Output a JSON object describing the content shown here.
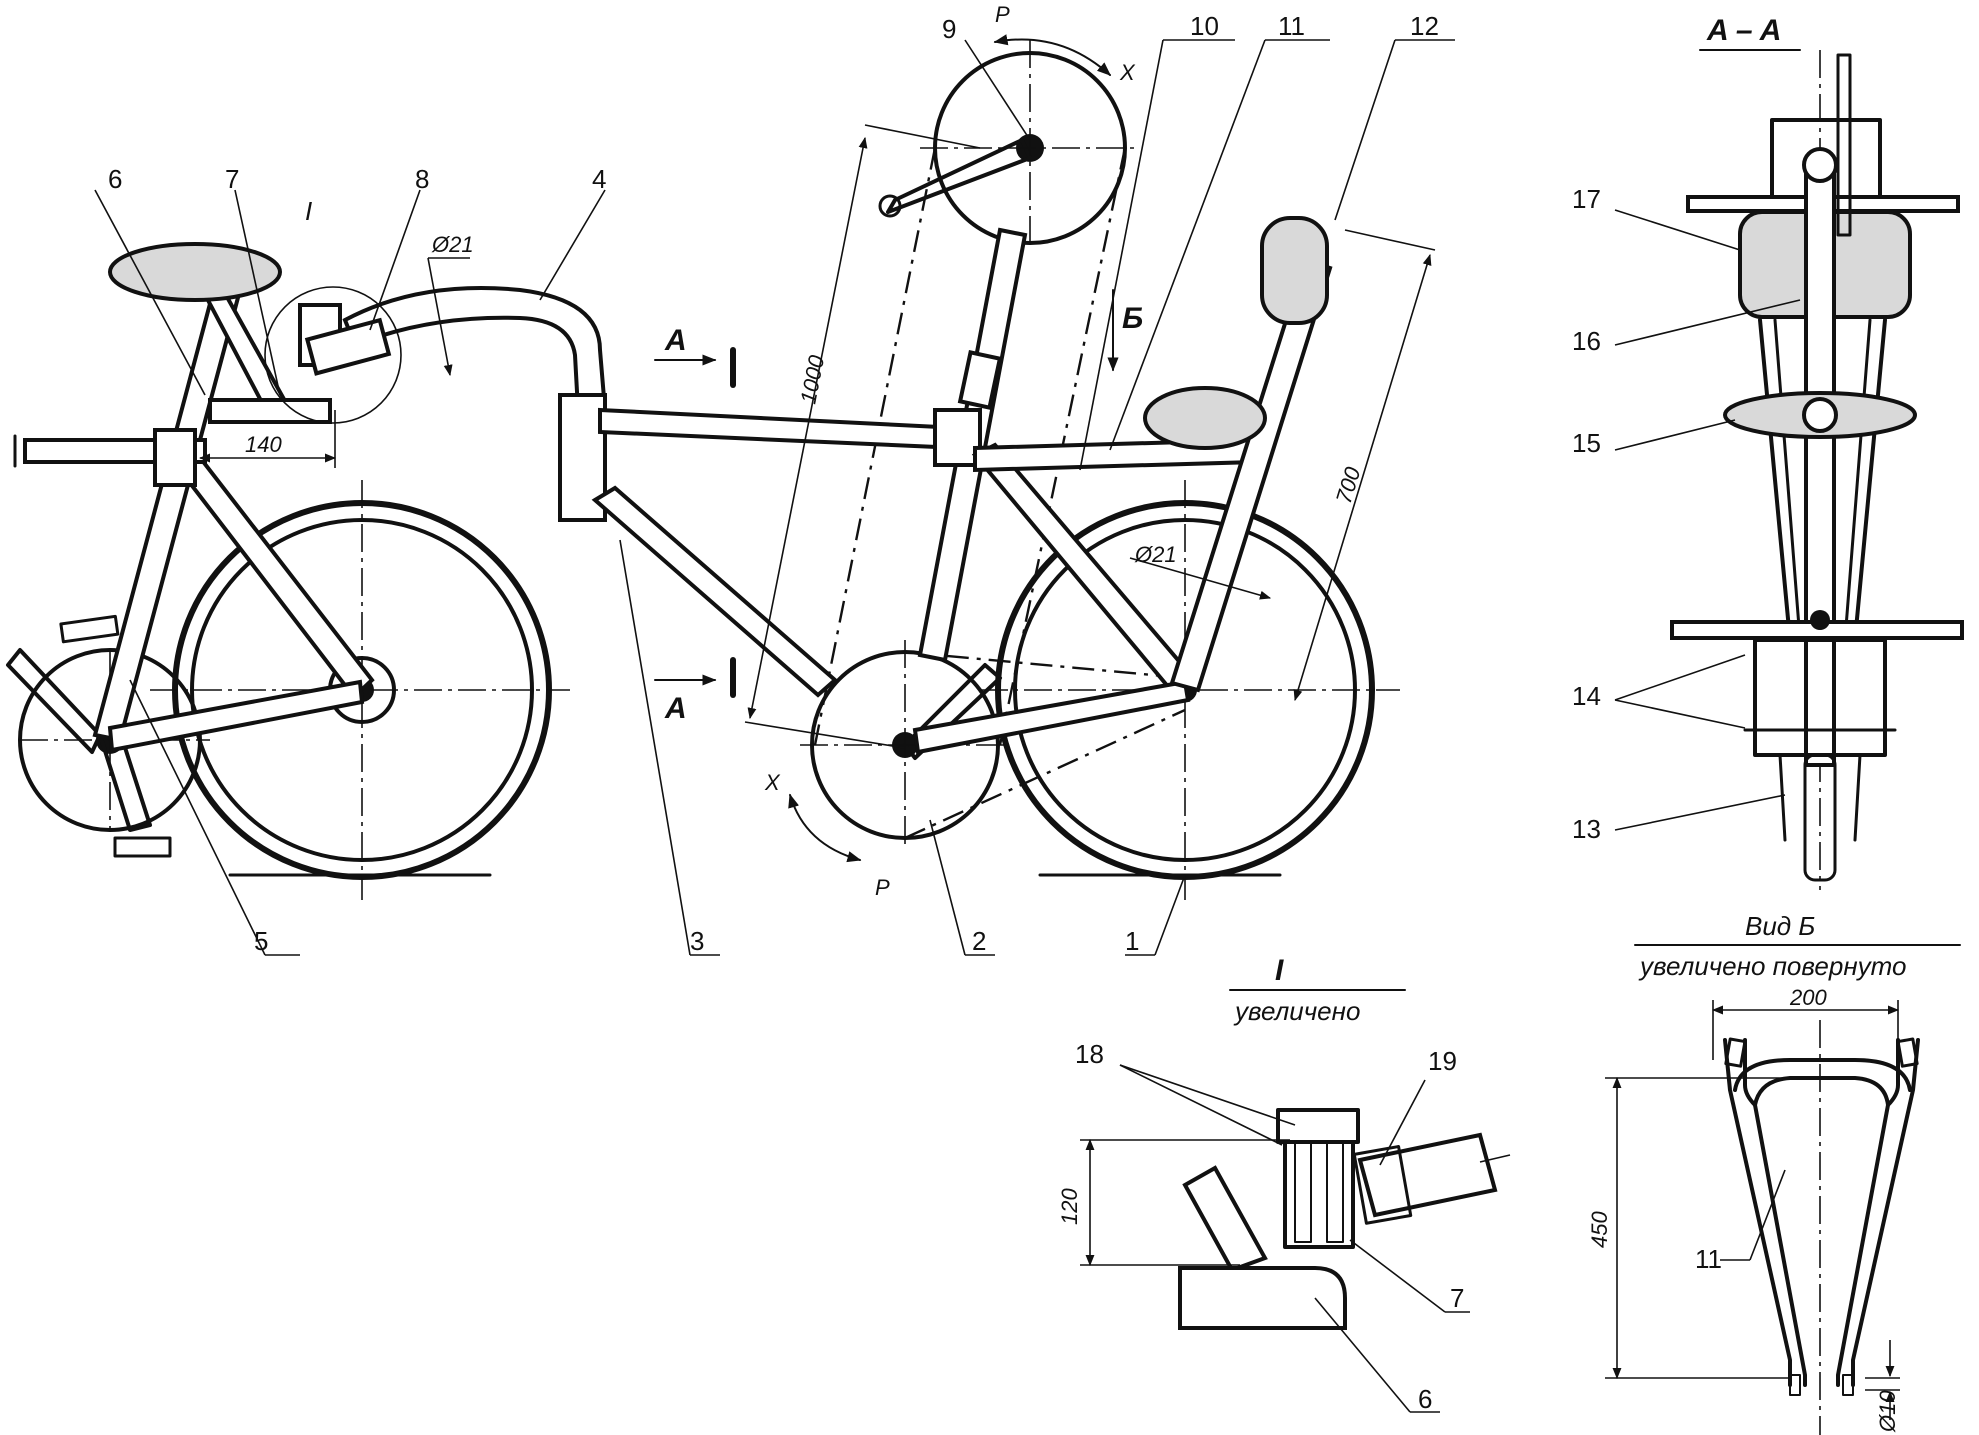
{
  "main_view": {
    "part_labels": [
      "1",
      "2",
      "3",
      "4",
      "5",
      "6",
      "7",
      "8",
      "9",
      "10",
      "11",
      "12"
    ],
    "detail_marker": "I",
    "rotation_force": "P",
    "rotation_axis": "X",
    "view_arrow": "Б",
    "section_letter": "A",
    "dimensions": {
      "seat_offset": "140",
      "tube_diameter_front": "Ø21",
      "tube_diameter_rear": "Ø21",
      "chain_span": "1000",
      "backrest_height": "700"
    }
  },
  "section_aa": {
    "title": "A – A",
    "part_labels": [
      "13",
      "14",
      "15",
      "16",
      "17"
    ]
  },
  "detail_i": {
    "title": "I",
    "subtitle": "увеличено",
    "part_labels": [
      "18",
      "19",
      "7",
      "6"
    ],
    "height_dim": "120"
  },
  "view_b": {
    "title": "Вид Б",
    "subtitle": "увеличено повернуто",
    "part_label": "11",
    "width_dim": "200",
    "height_dim": "450",
    "rod_dim": "Ø10"
  }
}
